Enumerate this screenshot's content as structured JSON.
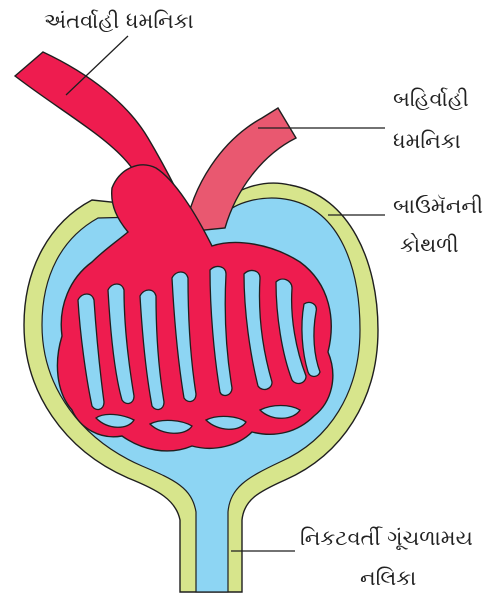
{
  "labels": {
    "afferent": "અંતર્વાહી ધમનિકા",
    "efferent_1": "બહિર્વાહી",
    "efferent_2": "ધમનિકા",
    "bowman_1": "બાઉમૅનની",
    "bowman_2": "કોથળી",
    "tubule_1": "નિકટવર્તી ગૂંચળામય",
    "tubule_2": "નલિકા"
  },
  "colors": {
    "capsule_wall": "#d7e58c",
    "capsule_space": "#8dd5f3",
    "afferent_vessel": "#ee1c4f",
    "efferent_vessel": "#e95870",
    "outline": "#1f1f1f"
  }
}
